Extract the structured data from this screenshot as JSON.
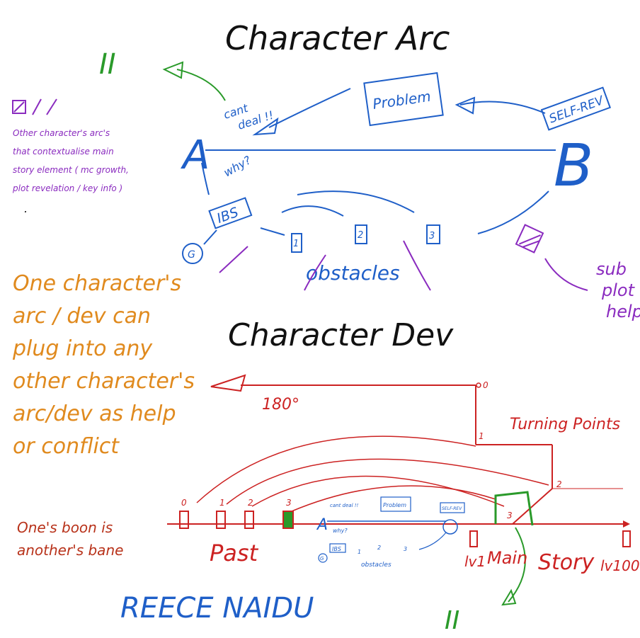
{
  "colors": {
    "black": "#111111",
    "blue": "#1f5fc8",
    "red": "#cc2222",
    "orange": "#e08a1e",
    "purple": "#8a2bbf",
    "green": "#2a9a2a",
    "dark_red": "#b8321a"
  },
  "arc": {
    "title": "Character Arc",
    "point_a": "A",
    "point_b": "B",
    "problem": "Problem",
    "self_rev": "SELF-REV",
    "cant_deal_1": "cant",
    "cant_deal_2": "deal !!",
    "why": "why?",
    "ibs": "IBS",
    "start": "G",
    "obstacles": "obstacles",
    "obs1": "1",
    "obs2": "2",
    "obs3": "3",
    "ii": "II",
    "subplot_1": "sub",
    "subplot_2": "plot",
    "subplot_3": "help"
  },
  "legend": {
    "text_1": "Other character's arc's",
    "text_2": "that contextualise main",
    "text_3": "story element ( mc growth,",
    "text_4": "plot revelation / key info )",
    "dot": "."
  },
  "orange_note": {
    "line_1": "One character's",
    "line_2": "arc / dev can",
    "line_3": "plug into any",
    "line_4": "other character's",
    "line_5": "arc/dev as help",
    "line_6": "or conflict"
  },
  "dev": {
    "title": "Character Dev",
    "degree": "180°",
    "turning_points": "Turning Points",
    "tp0": "0",
    "tp1": "1",
    "tp2": "2",
    "tp3": "3",
    "past": "Past",
    "main_story_1": "Main",
    "main_story_2": "Story",
    "lv1": "lv1",
    "lv100": "lv100",
    "past_n0": "0",
    "past_n1": "1",
    "past_n2": "2",
    "past_n3": "3",
    "ii": "II"
  },
  "mini_arc": {
    "a": "A",
    "problem": "Problem",
    "self_rev": "SELF-REV",
    "cant_deal": "cant deal !!",
    "why": "why?",
    "ibs": "IBS",
    "obstacles": "obstacles",
    "o1": "1",
    "o2": "2",
    "o3": "3",
    "g": "G"
  },
  "boon_note": {
    "line_1": "One's boon is",
    "line_2": "another's bane"
  },
  "signature": "REECE NAIDU"
}
